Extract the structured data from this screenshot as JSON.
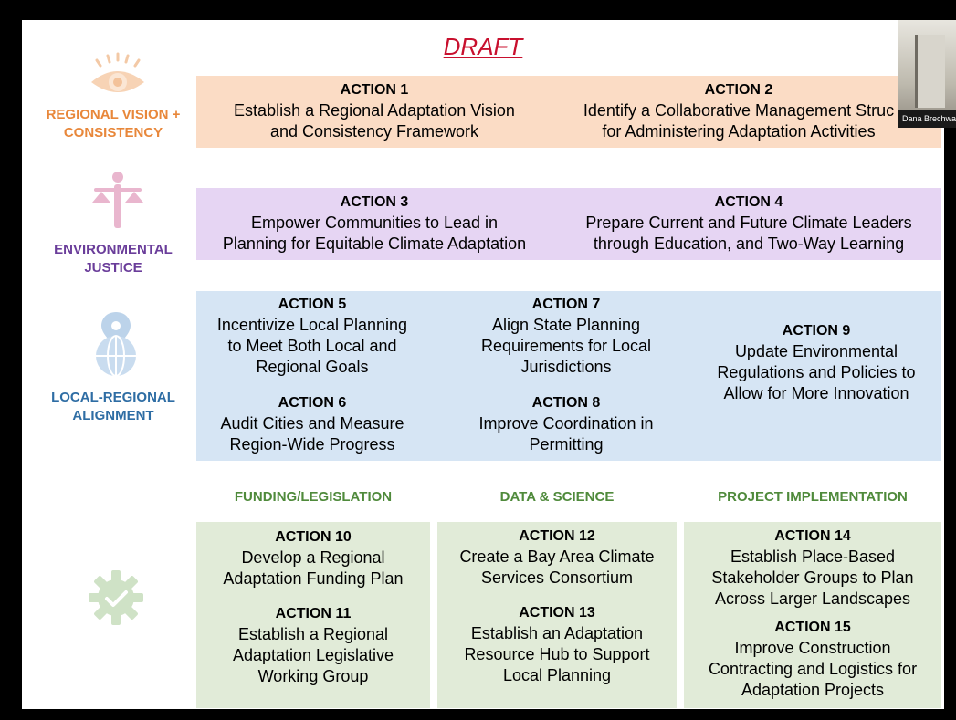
{
  "slide": {
    "draft": "DRAFT",
    "colors": {
      "orange_band": "#fbdcc5",
      "purple_band": "#e6d5f3",
      "blue_band": "#d6e5f4",
      "green_box": "#e1ebd8",
      "orange_text": "#e8873a",
      "purple_text": "#6a3d9a",
      "blue_text": "#2e6da4",
      "green_text": "#4f8a3b"
    },
    "categories": [
      {
        "label_line1": "REGIONAL VISION +",
        "label_line2": "CONSISTENCY",
        "icon": "eye-icon"
      },
      {
        "label_line1": "ENVIRONMENTAL",
        "label_line2": "JUSTICE",
        "icon": "scales-person-icon"
      },
      {
        "label_line1": "LOCAL-REGIONAL",
        "label_line2": "ALIGNMENT",
        "icon": "map-pin-globe-icon"
      },
      {
        "icon": "gear-check-icon"
      }
    ],
    "subheads": [
      "FUNDING/LEGISLATION",
      "DATA & SCIENCE",
      "PROJECT IMPLEMENTATION"
    ],
    "actions": [
      {
        "head": "ACTION 1",
        "lines": [
          "Establish a Regional Adaptation Vision",
          "and Consistency Framework"
        ]
      },
      {
        "head": "ACTION 2",
        "lines": [
          "Identify a Collaborative Management Struc",
          "for Administering Adaptation Activities"
        ]
      },
      {
        "head": "ACTION 3",
        "lines": [
          "Empower Communities to Lead in",
          "Planning for Equitable Climate Adaptation"
        ]
      },
      {
        "head": "ACTION 4",
        "lines": [
          "Prepare Current and Future Climate Leaders",
          "through Education, and Two-Way Learning"
        ]
      },
      {
        "head": "ACTION 5",
        "lines": [
          "Incentivize Local Planning",
          "to Meet Both Local and",
          "Regional Goals"
        ]
      },
      {
        "head": "ACTION 6",
        "lines": [
          "Audit Cities and Measure",
          "Region-Wide Progress"
        ]
      },
      {
        "head": "ACTION 7",
        "lines": [
          "Align State Planning",
          "Requirements for Local",
          "Jurisdictions"
        ]
      },
      {
        "head": "ACTION 8",
        "lines": [
          "Improve Coordination in",
          "Permitting"
        ]
      },
      {
        "head": "ACTION 9",
        "lines": [
          "Update Environmental",
          "Regulations and Policies to",
          "Allow for More Innovation"
        ]
      },
      {
        "head": "ACTION 10",
        "lines": [
          "Develop a Regional",
          "Adaptation Funding Plan"
        ]
      },
      {
        "head": "ACTION 11",
        "lines": [
          "Establish a Regional",
          "Adaptation Legislative",
          "Working Group"
        ]
      },
      {
        "head": "ACTION 12",
        "lines": [
          "Create a Bay Area Climate",
          "Services Consortium"
        ]
      },
      {
        "head": "ACTION 13",
        "lines": [
          "Establish an Adaptation",
          "Resource Hub to Support",
          "Local Planning"
        ]
      },
      {
        "head": "ACTION 14",
        "lines": [
          "Establish Place-Based",
          "Stakeholder Groups to Plan",
          "Across Larger Landscapes"
        ]
      },
      {
        "head": "ACTION 15",
        "lines": [
          "Improve Construction",
          "Contracting and Logistics for",
          "Adaptation Projects"
        ]
      }
    ]
  },
  "video_tile": {
    "participant_name": "Dana Brechwald"
  }
}
